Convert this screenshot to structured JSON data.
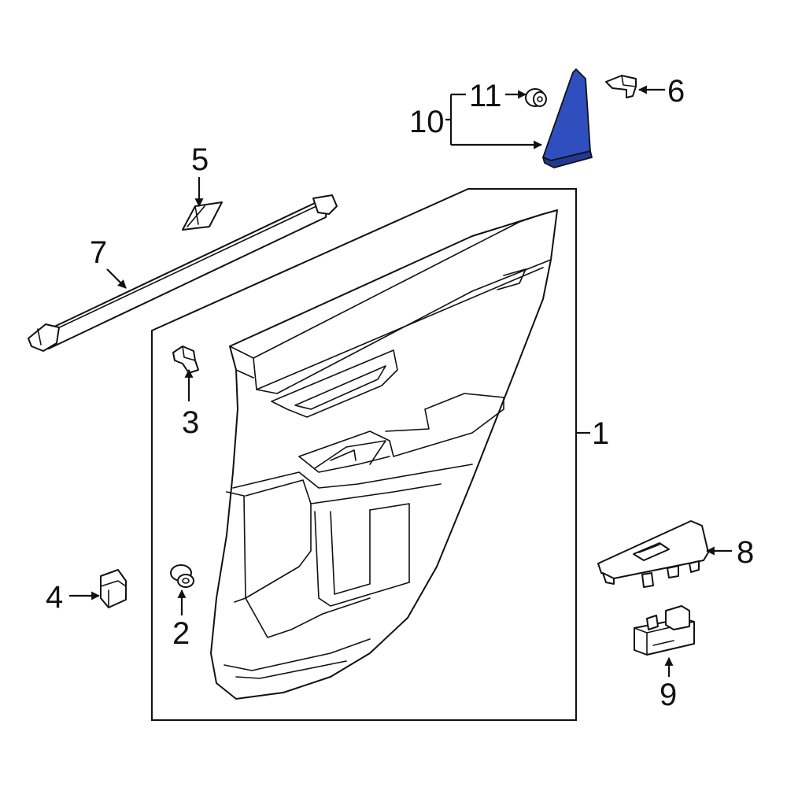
{
  "colors": {
    "highlight_part": "#2f4fbf",
    "highlight_part_shade": "#223a94",
    "line": "#111111",
    "background": "#ffffff"
  },
  "callouts": [
    {
      "id": "1",
      "label": "1"
    },
    {
      "id": "2",
      "label": "2"
    },
    {
      "id": "3",
      "label": "3"
    },
    {
      "id": "4",
      "label": "4"
    },
    {
      "id": "5",
      "label": "5"
    },
    {
      "id": "6",
      "label": "6"
    },
    {
      "id": "7",
      "label": "7"
    },
    {
      "id": "8",
      "label": "8"
    },
    {
      "id": "9",
      "label": "9"
    },
    {
      "id": "10",
      "label": "10"
    },
    {
      "id": "11",
      "label": "11"
    }
  ],
  "highlighted_part": "10"
}
